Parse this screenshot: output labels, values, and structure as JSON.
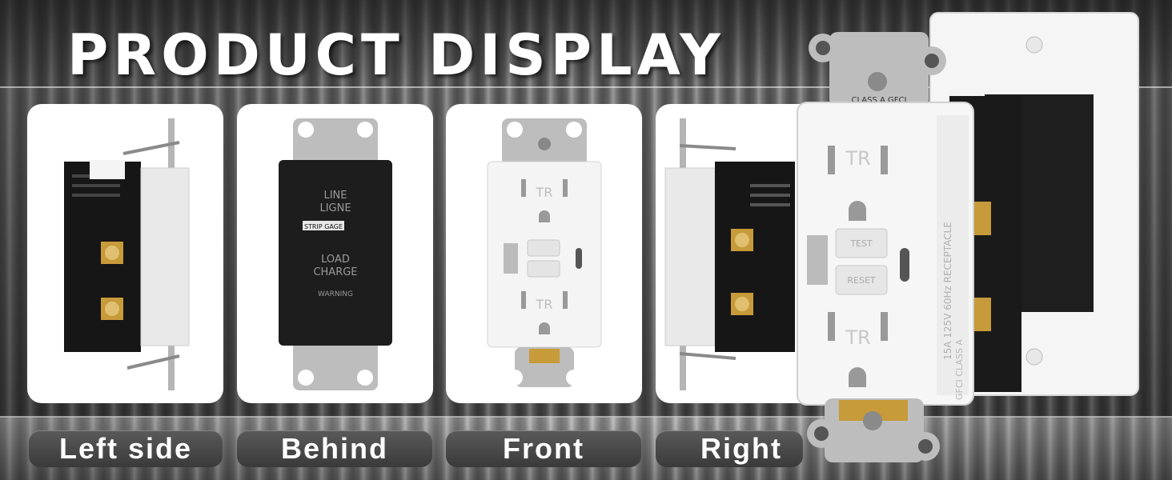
{
  "banner": {
    "title": "PRODUCT DISPLAY",
    "views": [
      {
        "label": "Left side"
      },
      {
        "label": "Behind"
      },
      {
        "label": "Front"
      },
      {
        "label": "Right"
      }
    ]
  },
  "product": {
    "strap_label": "CLASS A GFCI",
    "face_marks": [
      "TR",
      "TR"
    ],
    "test_label": "TEST",
    "reset_label": "RESET",
    "side_rating": "15A 125V 60Hz RECEPTACLE",
    "side_class": "GFCI CLASS A",
    "back_text": [
      "LINE",
      "LIGNE",
      "STRIP GAGE",
      "LOAD",
      "CHARGE",
      "WARNING"
    ]
  }
}
